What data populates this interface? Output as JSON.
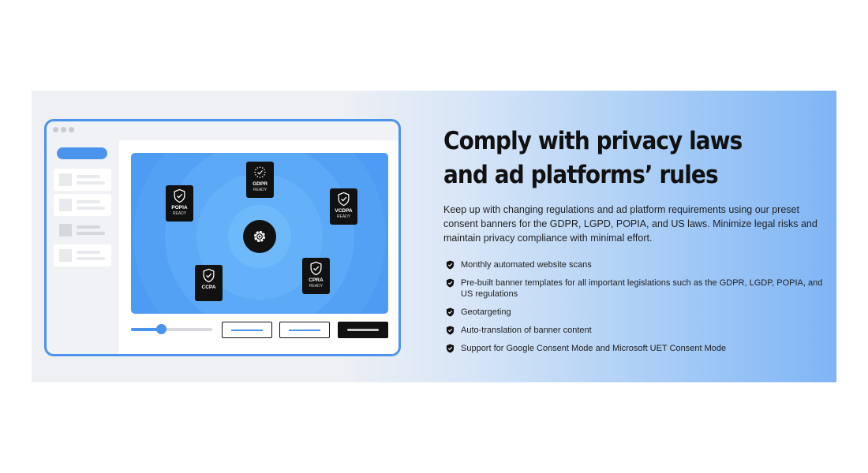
{
  "headline": "Comply with privacy laws and ad platforms’ rules",
  "description": "Keep up with changing regulations and ad platform requirements using our preset consent banners for the GDPR, LGPD, POPIA, and US laws. Minimize legal risks and maintain privacy compliance with minimal effort.",
  "features": [
    "Monthly automated website scans",
    "Pre-built banner templates for all important legislations such as the GDPR, LGDP, POPIA, and US regulations",
    "Geotargeting",
    "Auto-translation of banner content",
    "Support for Google Consent Mode and Microsoft UET Consent Mode"
  ],
  "badges": {
    "gdpr": {
      "name": "GDPR",
      "status": "READY"
    },
    "popia": {
      "name": "POPIA",
      "status": "READY"
    },
    "vcdpa": {
      "name": "VCDPA",
      "status": "READY"
    },
    "ccpa": {
      "name": "CCPA"
    },
    "cpra": {
      "name": "CPRA",
      "status": "READY"
    }
  },
  "icons": {
    "settings": "gear-icon",
    "feature_bullet": "shield-check-icon",
    "badge": "shield-check-icon"
  },
  "slider_value": 0.35,
  "colors": {
    "accent": "#4a94ee",
    "badge_bg": "#111111",
    "text": "#111111"
  }
}
